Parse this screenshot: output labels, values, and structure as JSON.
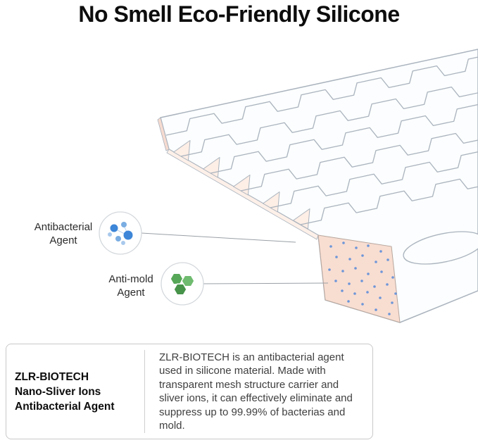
{
  "title": "No Smell Eco-Friendly Silicone",
  "callouts": {
    "antibacterial": {
      "line1": "Antibacterial",
      "line2": "Agent"
    },
    "anti_mold": {
      "line1": "Anti-mold",
      "line2": "Agent"
    }
  },
  "info_box": {
    "brand": "ZLR-BIOTECH",
    "subtitle1": "Nano-Sliver Ions",
    "subtitle2": "Antibacterial Agent",
    "description": "ZLR-BIOTECH is an antibacterial agent used in silicone material. Made with transparent mesh structure carrier and sliver ions, it can effectively eliminate and suppress up to 99.99% of bacterias and mold."
  },
  "colors": {
    "agent_blue": "#3d86d8",
    "agent_green": "#57a758",
    "cross_section_peach": "#f8ddd1",
    "line_art_gray": "#aab3bd"
  }
}
